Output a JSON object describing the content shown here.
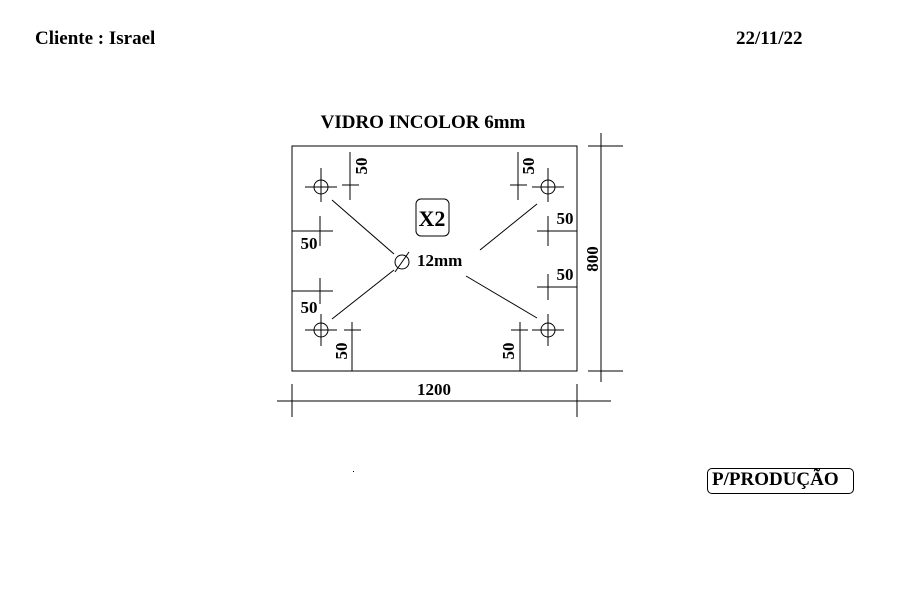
{
  "header": {
    "client": "Cliente : Israel",
    "date": "22/11/22"
  },
  "piece": {
    "title": "VIDRO INCOLOR 6mm",
    "width_label": "1200",
    "height_label": "800",
    "quantity_label": "X2",
    "hole_diameter_label": "12mm"
  },
  "holes": {
    "offset_labels": [
      "50",
      "50",
      "50",
      "50",
      "50",
      "50",
      "50",
      "50"
    ]
  },
  "stamp": {
    "label": "P/PRODUÇÃO"
  }
}
